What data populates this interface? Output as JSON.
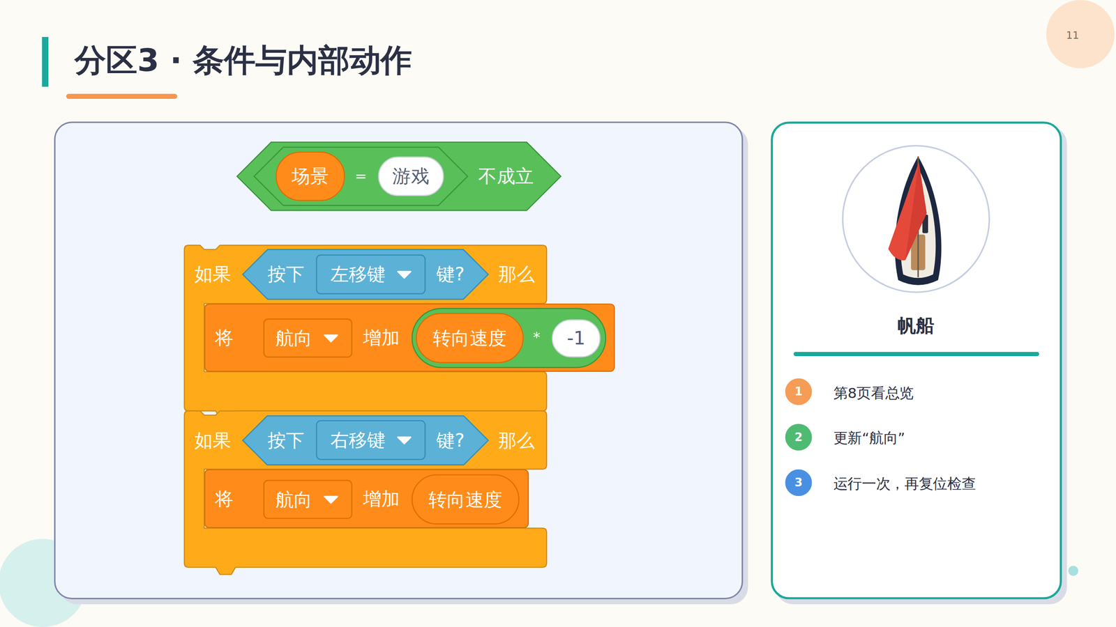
{
  "diagram": {
    "title": "分区3 · 条件与内部动作",
    "nodes": [
      {
        "text": [
          "不成立"
        ]
      },
      {
        "text": [
          "="
        ],
        "in": 0
      },
      {
        "text": [
          "场景"
        ],
        "in": 1
      },
      {
        "text": [
          "游戏"
        ],
        "in": 1
      },
      {
        "text": [
          "如果",
          "那么"
        ]
      },
      {
        "text": [
          "按下",
          "键?"
        ],
        "in": 4
      },
      {
        "text": [
          "左移键"
        ],
        "in": 5
      },
      {
        "text": [
          "将",
          "增加"
        ],
        "in": 4
      },
      {
        "text": [
          "航向"
        ],
        "in": 7
      },
      {
        "text": [
          "*"
        ],
        "in": 7
      },
      {
        "text": [
          "转向速度"
        ],
        "in": 9
      },
      {
        "text": [
          "-1"
        ],
        "in": 9
      },
      {
        "text": [
          "如果",
          "那么"
        ]
      },
      {
        "text": [
          "按下",
          "键?"
        ],
        "in": 12
      },
      {
        "text": [
          "右移键"
        ],
        "in": 13
      },
      {
        "text": [
          "将",
          "增加"
        ],
        "in": 12
      },
      {
        "text": [
          "航向"
        ],
        "in": 15
      },
      {
        "text": [
          "转向速度"
        ],
        "in": 15
      },
      {
        "text": [
          "帆船"
        ]
      },
      {
        "text": [
          "1"
        ],
        "in": 18
      },
      {
        "text": [
          "2"
        ],
        "in": 18
      },
      {
        "text": [
          "3"
        ],
        "in": 18
      }
    ],
    "labels": [
      "11",
      "第8页看总览",
      "更新“航向”",
      "运行一次，再复位检查"
    ]
  }
}
